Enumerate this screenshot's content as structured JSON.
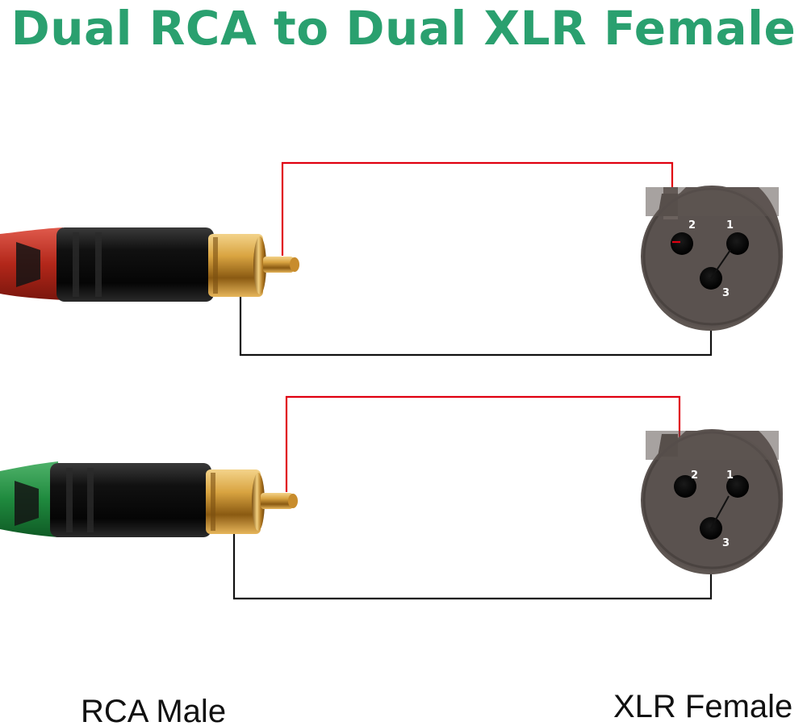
{
  "title": "Dual RCA to Dual XLR Female",
  "labels": {
    "left": "RCA Male",
    "right": "XLR Female"
  },
  "colors": {
    "title": "#2aa06f",
    "signal_wire": "#e00010",
    "ground_wire": "#111111",
    "rca_boot_top": "#c0392b",
    "rca_boot_bottom": "#1f8a3e",
    "connector_gold": "#d9a441",
    "xlr_face": "#5a524f"
  },
  "connectors": [
    {
      "rca_color": "red",
      "xlr_pins": [
        "2",
        "1",
        "3"
      ]
    },
    {
      "rca_color": "green",
      "xlr_pins": [
        "2",
        "1",
        "3"
      ]
    }
  ]
}
